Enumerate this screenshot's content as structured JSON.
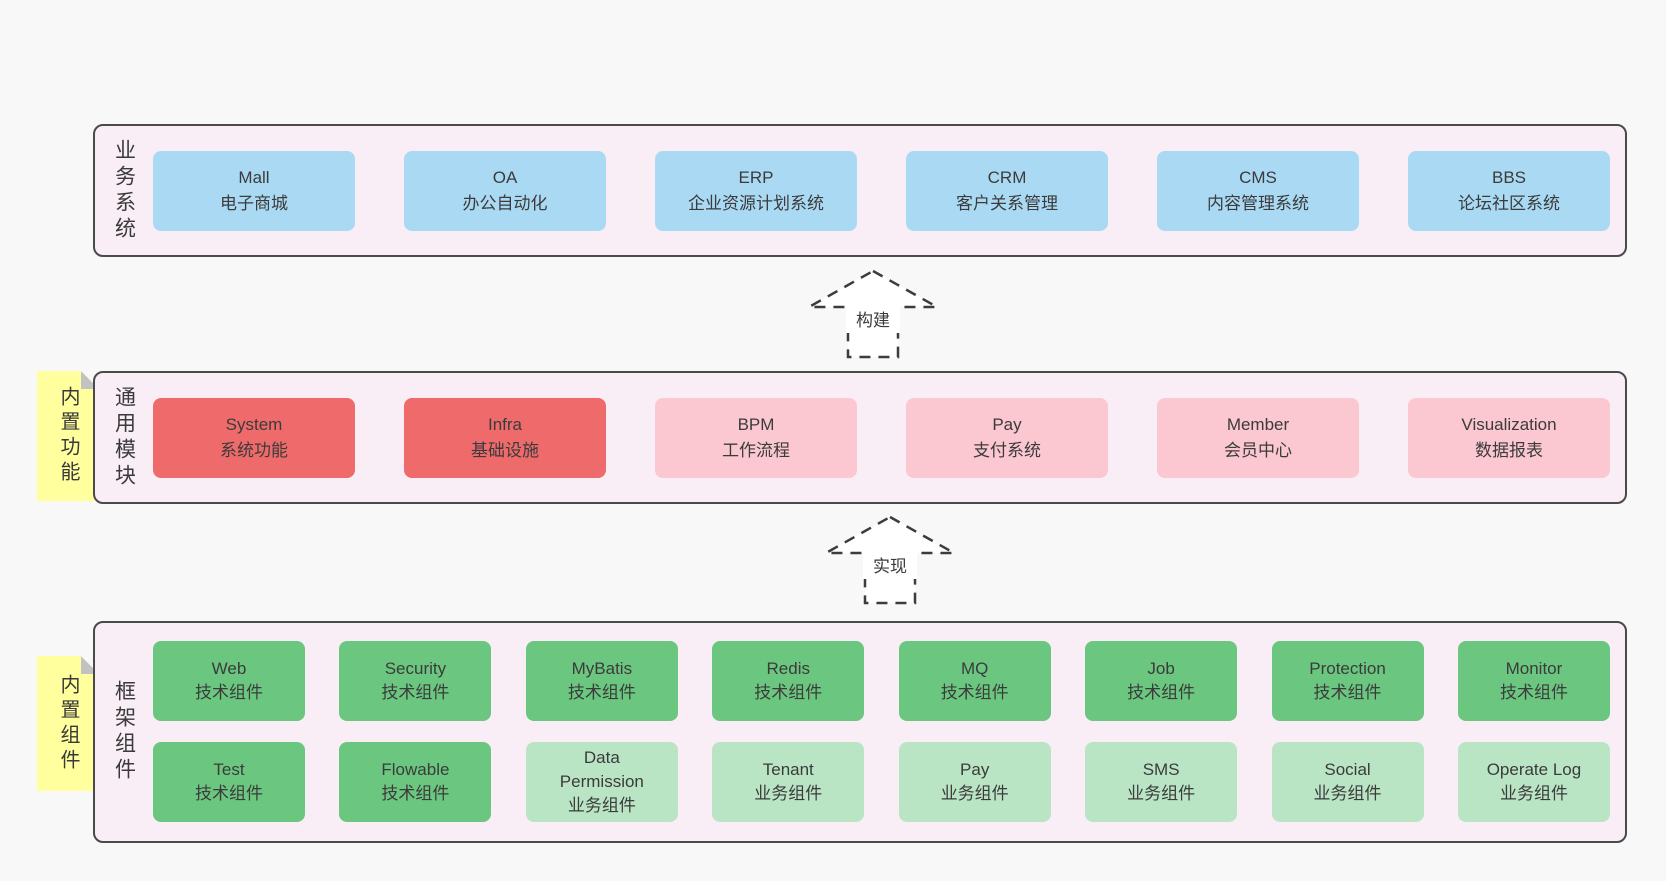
{
  "colors": {
    "background": "#f8f8f8",
    "panel_bg": "#f9eef6",
    "panel_border": "#4a4a4a",
    "sticky_yellow": "#ffff9e",
    "box_blue": "#aadaf3",
    "box_red": "#ef6a6a",
    "box_pink": "#fbc7d0",
    "box_green": "#6bc77f",
    "box_green_light": "#bae5c5"
  },
  "arrows": [
    {
      "label": "构建"
    },
    {
      "label": "实现"
    }
  ],
  "layers": [
    {
      "label": "业务系统",
      "boxes": [
        {
          "name": "Mall",
          "desc": "电子商城",
          "variant": "blue"
        },
        {
          "name": "OA",
          "desc": "办公自动化",
          "variant": "blue"
        },
        {
          "name": "ERP",
          "desc": "企业资源计划系统",
          "variant": "blue"
        },
        {
          "name": "CRM",
          "desc": "客户关系管理",
          "variant": "blue"
        },
        {
          "name": "CMS",
          "desc": "内容管理系统",
          "variant": "blue"
        },
        {
          "name": "BBS",
          "desc": "论坛社区系统",
          "variant": "blue"
        }
      ]
    },
    {
      "label": "通用模块",
      "sticky": "内置功能",
      "boxes": [
        {
          "name": "System",
          "desc": "系统功能",
          "variant": "red"
        },
        {
          "name": "Infra",
          "desc": "基础设施",
          "variant": "red"
        },
        {
          "name": "BPM",
          "desc": "工作流程",
          "variant": "pink"
        },
        {
          "name": "Pay",
          "desc": "支付系统",
          "variant": "pink"
        },
        {
          "name": "Member",
          "desc": "会员中心",
          "variant": "pink"
        },
        {
          "name": "Visualization",
          "desc": "数据报表",
          "variant": "pink"
        }
      ]
    },
    {
      "label": "框架组件",
      "sticky": "内置组件",
      "rows": [
        [
          {
            "name": "Web",
            "desc": "技术组件",
            "variant": "green"
          },
          {
            "name": "Security",
            "desc": "技术组件",
            "variant": "green"
          },
          {
            "name": "MyBatis",
            "desc": "技术组件",
            "variant": "green"
          },
          {
            "name": "Redis",
            "desc": "技术组件",
            "variant": "green"
          },
          {
            "name": "MQ",
            "desc": "技术组件",
            "variant": "green"
          },
          {
            "name": "Job",
            "desc": "技术组件",
            "variant": "green"
          },
          {
            "name": "Protection",
            "desc": "技术组件",
            "variant": "green"
          },
          {
            "name": "Monitor",
            "desc": "技术组件",
            "variant": "green"
          }
        ],
        [
          {
            "name": "Test",
            "desc": "技术组件",
            "variant": "green"
          },
          {
            "name": "Flowable",
            "desc": "技术组件",
            "variant": "green"
          },
          {
            "name": "Data Permission",
            "desc": "业务组件",
            "variant": "green-light"
          },
          {
            "name": "Tenant",
            "desc": "业务组件",
            "variant": "green-light"
          },
          {
            "name": "Pay",
            "desc": "业务组件",
            "variant": "green-light"
          },
          {
            "name": "SMS",
            "desc": "业务组件",
            "variant": "green-light"
          },
          {
            "name": "Social",
            "desc": "业务组件",
            "variant": "green-light"
          },
          {
            "name": "Operate Log",
            "desc": "业务组件",
            "variant": "green-light"
          }
        ]
      ]
    }
  ]
}
